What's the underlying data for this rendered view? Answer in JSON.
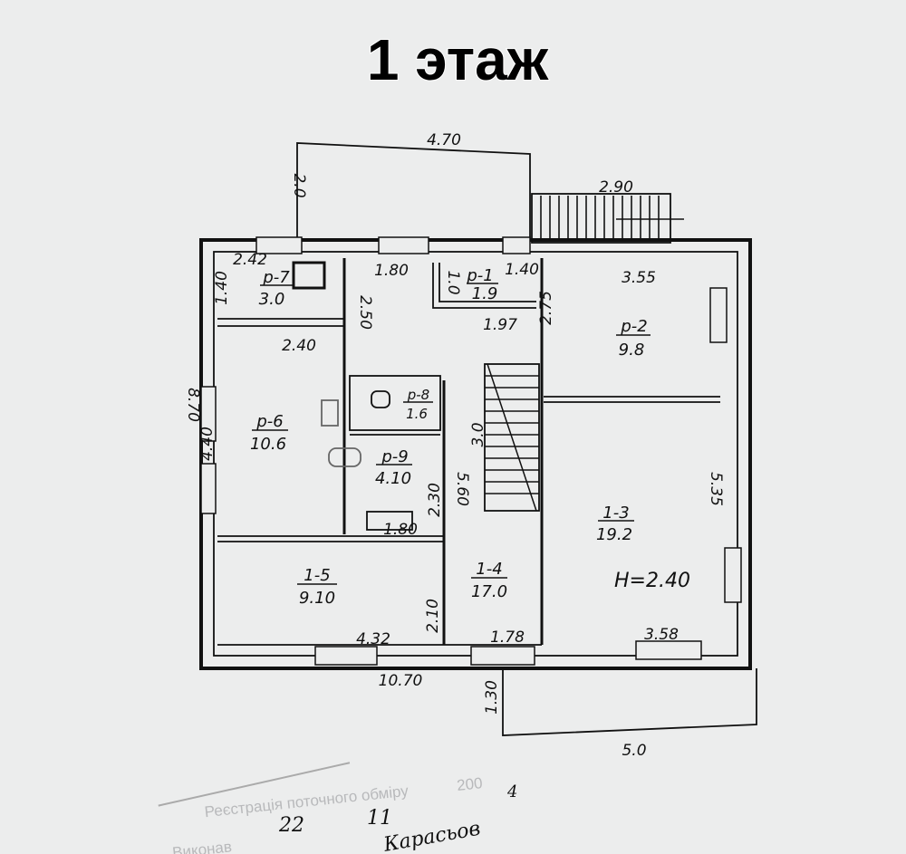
{
  "title": "1 этаж",
  "dimensions": {
    "porch_top_width": "4.70",
    "porch_top_depth": "2.0",
    "stairs_width": "2.90",
    "r7_height": "1.40",
    "r7_width": "2.42",
    "hall_top": "1.80",
    "r1_height": "1.0",
    "r1_width": "1.40",
    "r2_height": "2.75",
    "r2_width": "3.55",
    "hall_side": "2.50",
    "r1_bottom": "1.97",
    "r6_width": "2.40",
    "total_depth": "8.70",
    "r6_height": "4.40",
    "stair_len": "3.0",
    "r4_height": "5.60",
    "r9_height": "2.30",
    "r3_height": "5.35",
    "r9_width": "1.80",
    "r4_lower": "2.10",
    "r5_width": "4.32",
    "r4_width": "1.78",
    "r3_width": "3.58",
    "total_width": "10.70",
    "porch_bottom_depth": "1.30",
    "porch_bottom_width": "5.0",
    "ceiling_height": "Н=2.40"
  },
  "rooms": [
    {
      "id": "р-7",
      "area": "3.0"
    },
    {
      "id": "р-1",
      "area": "1.9"
    },
    {
      "id": "р-2",
      "area": "9.8"
    },
    {
      "id": "р-8",
      "area": "1.6"
    },
    {
      "id": "р-6",
      "area": "10.6"
    },
    {
      "id": "р-9",
      "area": "4.10"
    },
    {
      "id": "1-3",
      "area": "19.2"
    },
    {
      "id": "1-5",
      "area": "9.10"
    },
    {
      "id": "1-4",
      "area": "17.0"
    }
  ],
  "stamp": {
    "registration": "Реєстрація поточного обміру",
    "executed": "Виконав",
    "year_part": "200"
  },
  "signature": {
    "day": "22",
    "month": "11",
    "year_digit": "4",
    "name": "Карасьов"
  }
}
